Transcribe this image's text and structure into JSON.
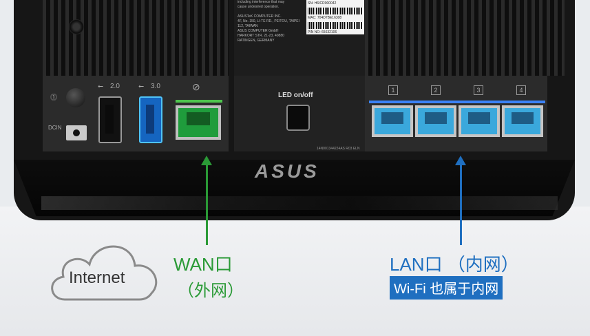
{
  "device": {
    "led_label": "LED on/off",
    "usb2_label": "2.0",
    "usb3_label": "3.0",
    "dcin_label": "DCIN",
    "logo": "ASUS",
    "serial_text": "14N001344224AS R03 ELN",
    "sticker_text": "including interference that may\ncause undesired operation.\n\nASUSTeK COMPUTER INC.\n4F, No. 150, LI-TE RD., PEITOU, TAIPEI\n112, TAIWAN\nASUS COMPUTER GmbH\nHARKORT STR. 21-23, 40880\nRATINGEN, GERMANY",
    "sticker_sn": "SN: H6ICR000042",
    "sticker_mac": "MAC: 704D7BE16308",
    "sticker_pin": "PIN NO: 65632106",
    "lan_port_numbers": [
      "1",
      "2",
      "3",
      "4"
    ]
  },
  "annotations": {
    "internet": "Internet",
    "wan_title": "WAN口",
    "wan_sub": "（外网）",
    "lan_title": "LAN口 （内网）",
    "lan_sub": "Wi-Fi 也属于内网"
  },
  "colors": {
    "wan_green": "#2a9a36",
    "lan_blue": "#1f6fc0"
  }
}
